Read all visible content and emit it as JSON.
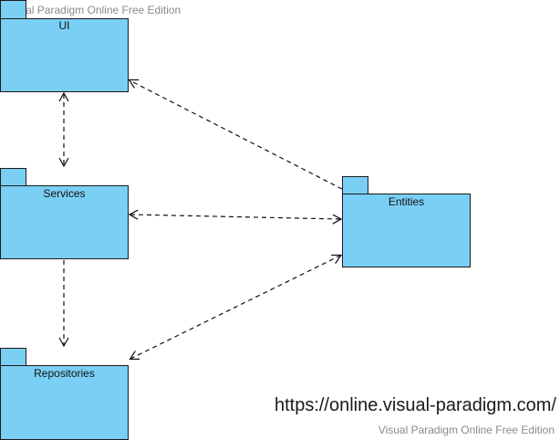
{
  "watermark": {
    "top": "Visual Paradigm Online Free Edition",
    "url": "https://online.visual-paradigm.com/",
    "bottom": "Visual Paradigm Online Free Edition"
  },
  "colors": {
    "package_fill": "#7acff5",
    "package_border": "#1a1a1a",
    "connector": "#111111",
    "watermark_text": "#8a8a8a"
  },
  "packages": [
    {
      "id": "ui",
      "label": "UI"
    },
    {
      "id": "services",
      "label": "Services"
    },
    {
      "id": "repositories",
      "label": "Repositories"
    },
    {
      "id": "entities",
      "label": "Entities"
    }
  ],
  "dependencies": [
    {
      "from": "ui",
      "to": "services",
      "style": "dashed",
      "arrows": "both"
    },
    {
      "from": "entities",
      "to": "ui",
      "style": "dashed",
      "arrows": "end"
    },
    {
      "from": "services",
      "to": "entities",
      "style": "dashed",
      "arrows": "both"
    },
    {
      "from": "services",
      "to": "repositories",
      "style": "dashed",
      "arrows": "end"
    },
    {
      "from": "repositories",
      "to": "entities",
      "style": "dashed",
      "arrows": "both"
    }
  ]
}
